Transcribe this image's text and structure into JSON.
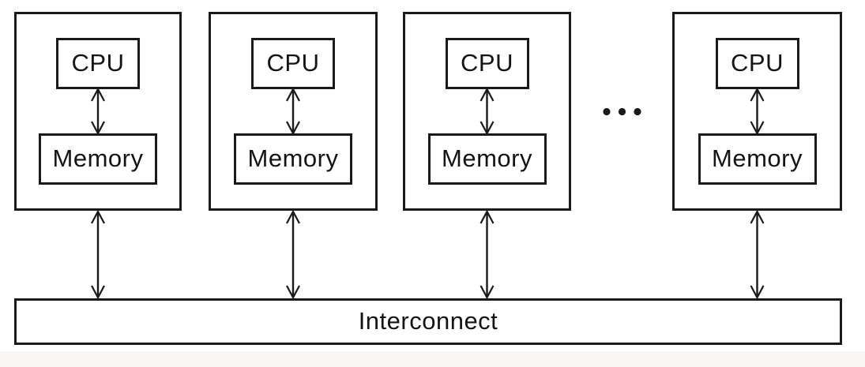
{
  "diagram": {
    "kind": "distributed-memory-architecture",
    "nodes": [
      {
        "cpu_label": "CPU",
        "memory_label": "Memory"
      },
      {
        "cpu_label": "CPU",
        "memory_label": "Memory"
      },
      {
        "cpu_label": "CPU",
        "memory_label": "Memory"
      },
      {
        "cpu_label": "CPU",
        "memory_label": "Memory"
      }
    ],
    "ellipsis": "...",
    "interconnect_label": "Interconnect",
    "colors": {
      "line": "#1a1a1a",
      "text": "#141414",
      "background": "#ffffff",
      "page_edge_strip": "#f9f6f5"
    }
  }
}
